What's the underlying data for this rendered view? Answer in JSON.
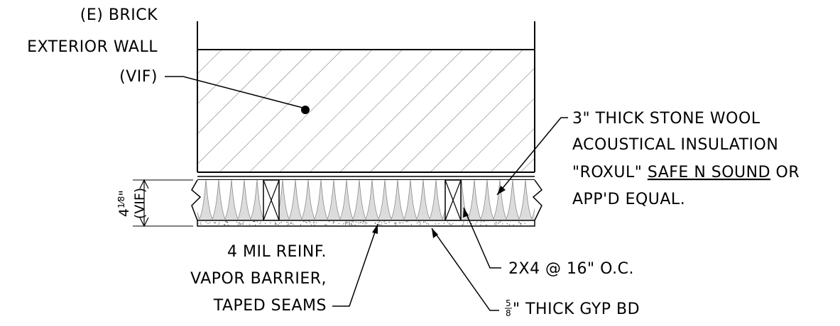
{
  "labels": {
    "brick_wall": [
      "(E) BRICK",
      "EXTERIOR WALL",
      "(VIF)"
    ],
    "insulation": {
      "line1": "3\" THICK STONE WOOL",
      "line2": "ACOUSTICAL INSULATION",
      "line3_pre": "\"ROXUL\" ",
      "line3_product": "SAFE N SOUND",
      "line3_post": " OR",
      "line4": "APP'D EQUAL."
    },
    "vapor_barrier": [
      "4 MIL REINF.",
      "VAPOR BARRIER,",
      "TAPED SEAMS"
    ],
    "stud": "2X4 @ 16\" O.C.",
    "gyp_board": {
      "frac_num": "5",
      "frac_den": "8",
      "text": "\" THICK GYP BD"
    },
    "dimension": {
      "whole": "4",
      "frac": "1⁄8",
      "inch": "\"",
      "note": "(VIF)"
    }
  },
  "colors": {
    "line": "#000000",
    "hatch": "#555555",
    "insulation": "#d8d8d8",
    "gyp": "#999999"
  }
}
